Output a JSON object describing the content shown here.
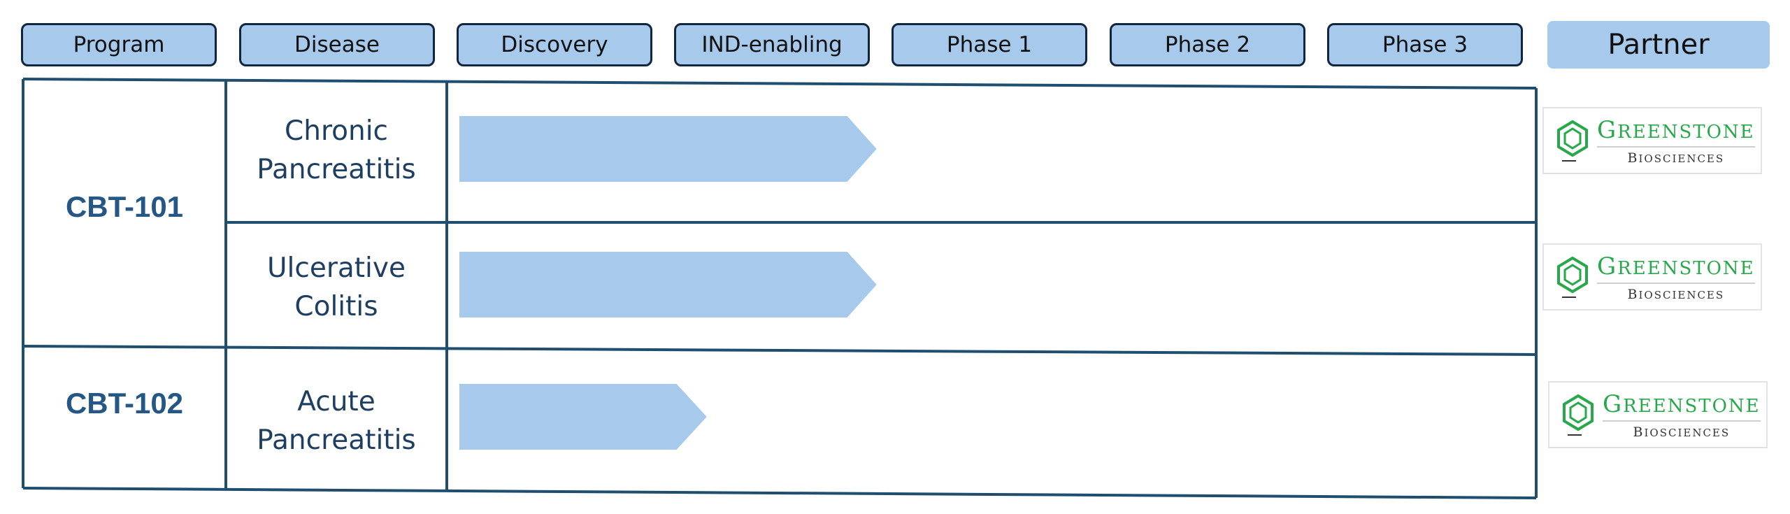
{
  "headers": [
    "Program",
    "Disease",
    "Discovery",
    "IND-enabling",
    "Phase 1",
    "Phase 2",
    "Phase 3"
  ],
  "partner_header": "Partner",
  "programs": [
    {
      "name": "CBT-101",
      "indications": [
        {
          "disease_line1": "Chronic",
          "disease_line2": "Pancreatitis",
          "stage": "IND-enabling"
        },
        {
          "disease_line1": "Ulcerative",
          "disease_line2": "Colitis",
          "stage": "IND-enabling"
        }
      ]
    },
    {
      "name": "CBT-102",
      "indications": [
        {
          "disease_line1": "Acute",
          "disease_line2": "Pancreatitis",
          "stage": "Discovery"
        }
      ]
    }
  ],
  "partner": {
    "name": "GREENSTONE",
    "sub": "BIOSCIENCES",
    "icon": "hexagon-logo-icon"
  },
  "colors": {
    "header_fill": "#a6c9ec",
    "bar_fill": "#a6c9ec",
    "grid_line": "#1f4e6e",
    "program_text": "#245785",
    "partner_green": "#27a84a"
  }
}
